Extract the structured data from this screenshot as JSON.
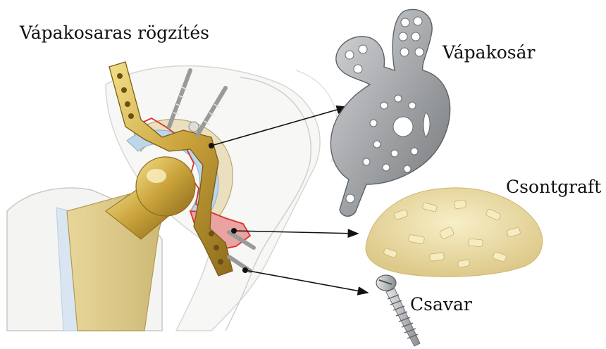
{
  "labels": {
    "title": "Vápakosaras rögzítés",
    "cup": "Vápakosár",
    "graft": "Csontgraft",
    "screw": "Csavar"
  },
  "colors": {
    "implant_gold": "#c9a23a",
    "cup_metal": "#a9acaf",
    "bone_graft": "#efe3b2",
    "red_outline": "#d9322b",
    "cartilage_blue": "#bcd6ea",
    "bone_beige": "#eadfbe"
  }
}
